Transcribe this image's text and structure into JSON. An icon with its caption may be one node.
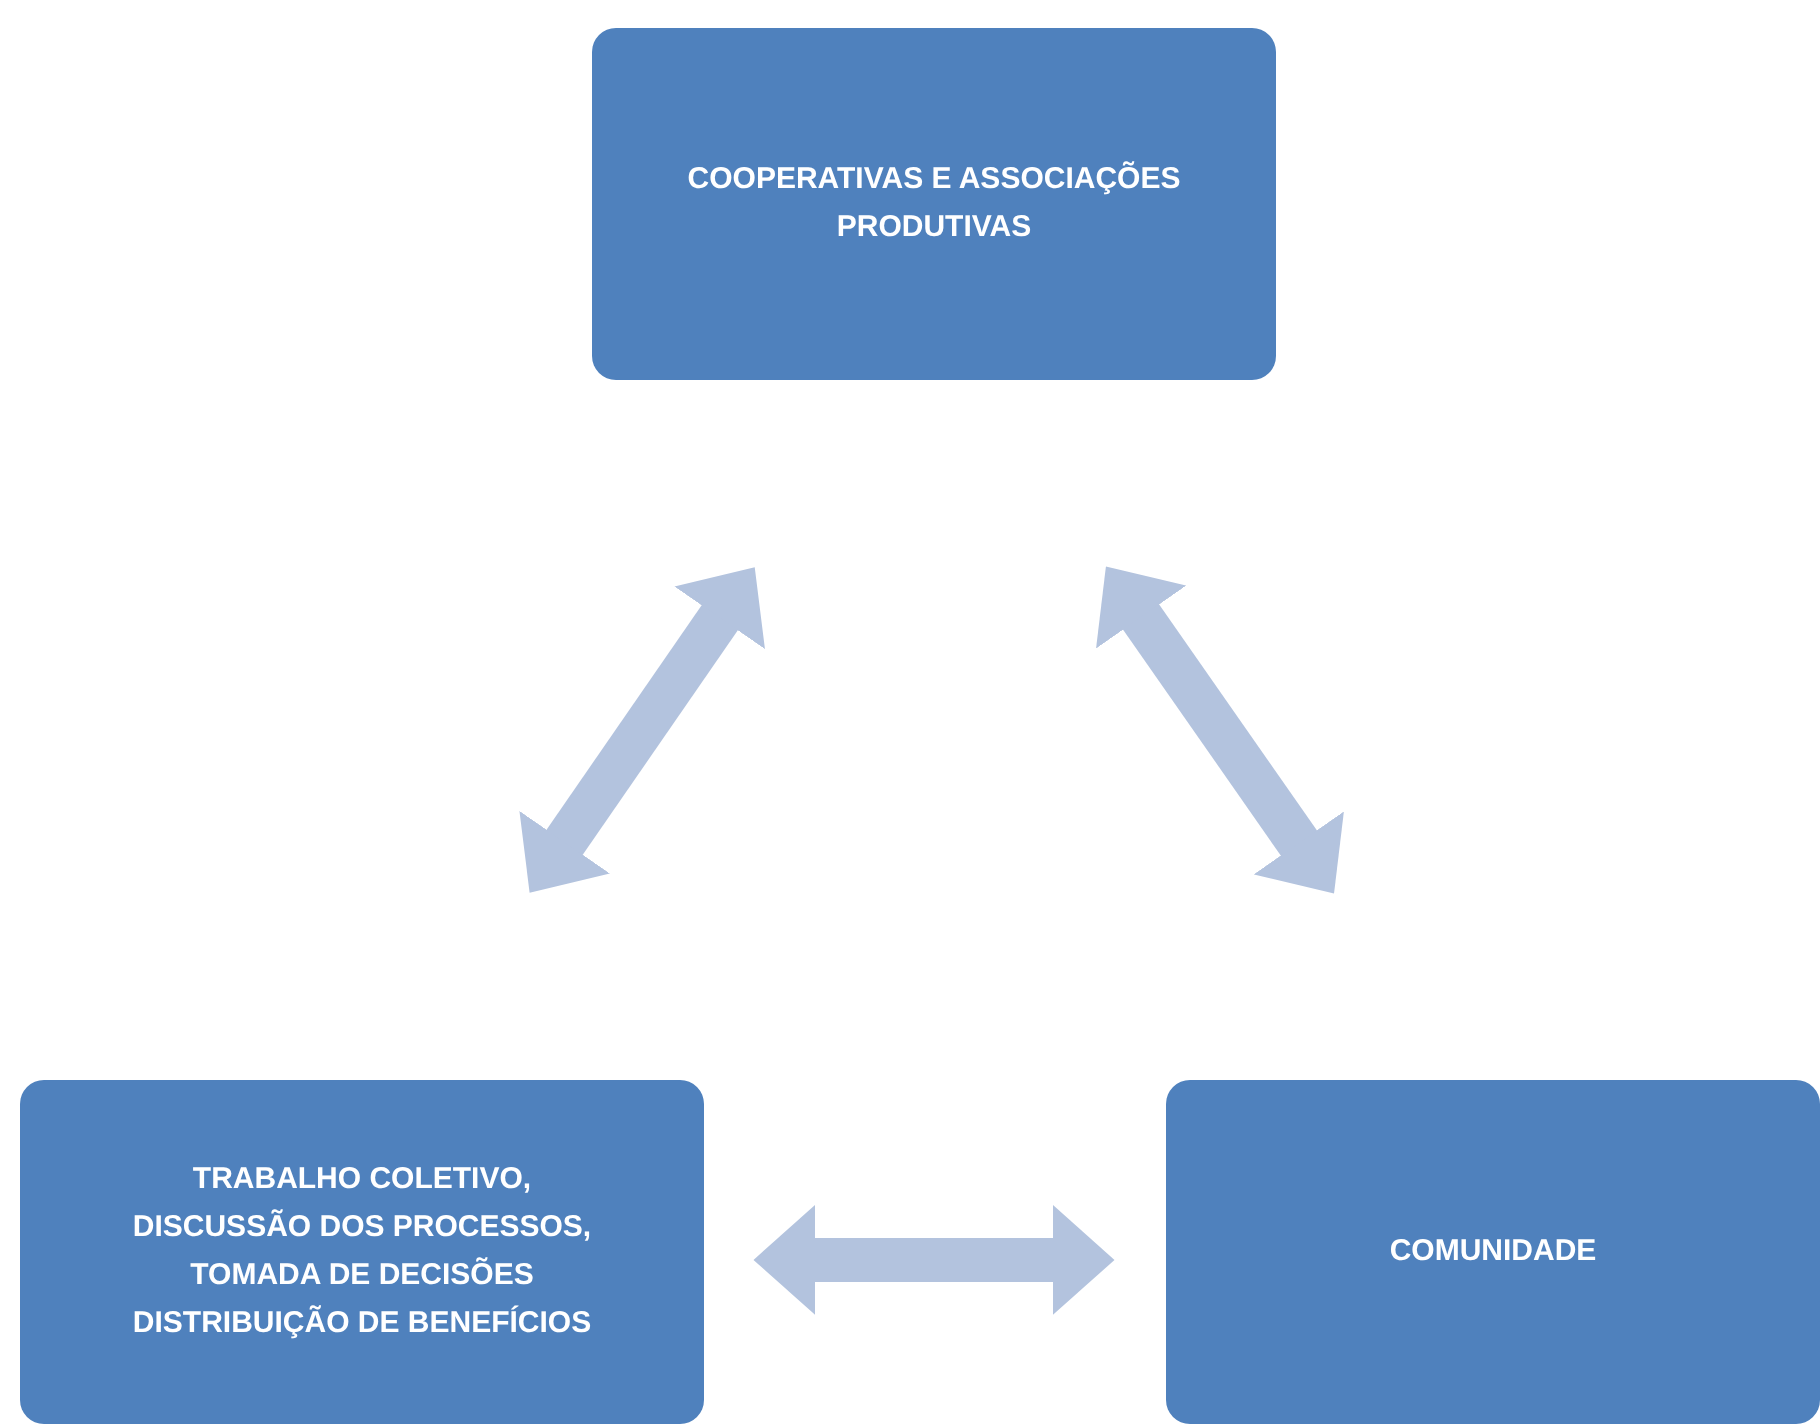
{
  "diagram": {
    "nodes": [
      {
        "text": [
          "COOPERATIVAS E ASSOCIAÇÕES PRODUTIVAS"
        ]
      },
      {
        "text": [
          "TRABALHO COLETIVO, DISCUSSÃO DOS PROCESSOS, TOMADA DE DECISÕES DISTRIBUIÇÃO DE BENEFÍCIOS"
        ]
      },
      {
        "text": [
          "COMUNIDADE"
        ]
      }
    ],
    "edges": [
      {
        "from": 0,
        "to": 1,
        "arrow": "both"
      },
      {
        "from": 0,
        "to": 2,
        "arrow": "both"
      },
      {
        "from": 1,
        "to": 2,
        "arrow": "both"
      }
    ]
  }
}
